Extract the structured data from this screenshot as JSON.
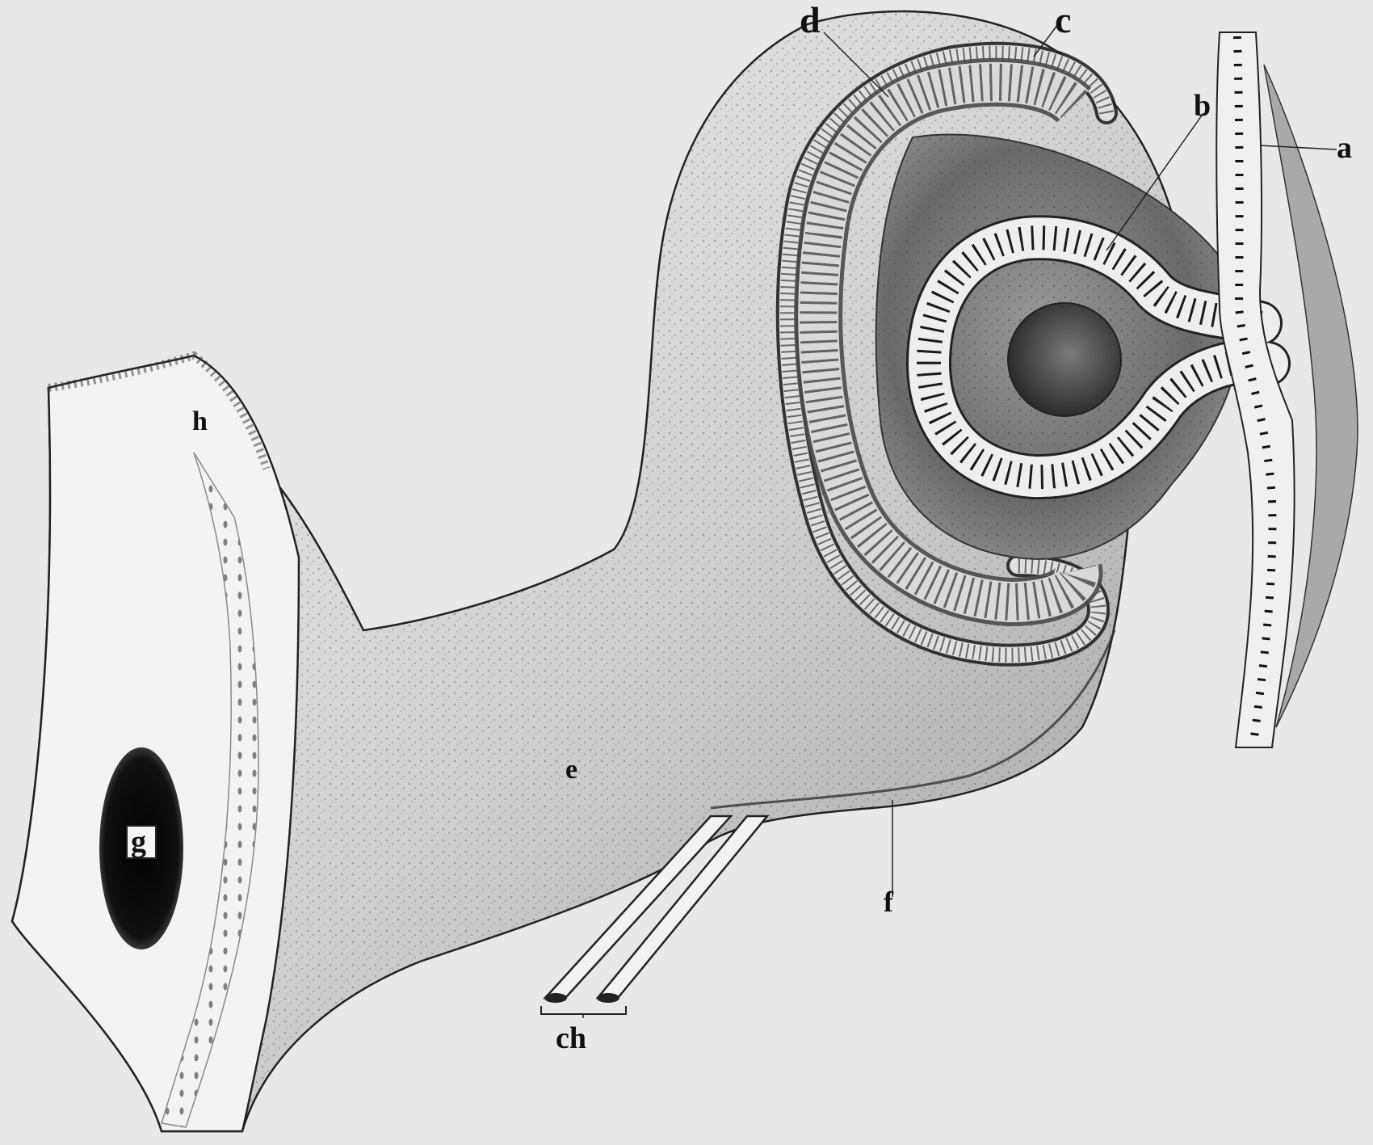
{
  "figure": {
    "labels": {
      "a": "a",
      "b": "b",
      "c": "c",
      "d": "d",
      "e": "e",
      "f": "f",
      "g": "g",
      "h": "h",
      "ch": "ch"
    },
    "colors": {
      "background": "#e8e8e8",
      "ink": "#111111",
      "tissue_light": "#f2f2f2",
      "tissue_mid": "#bdbdbd",
      "tissue_dark": "#5a5a5a"
    }
  }
}
